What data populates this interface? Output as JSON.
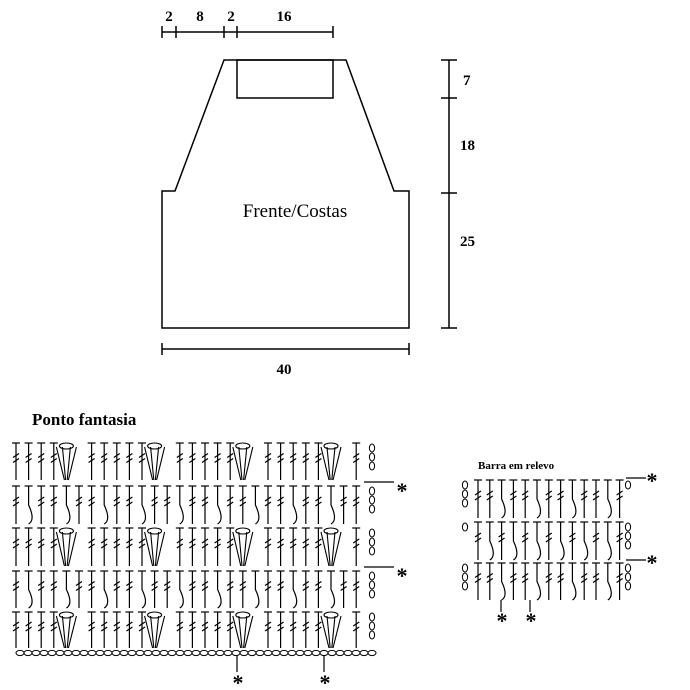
{
  "schematic": {
    "title": "Frente/Costas",
    "top_widths": [
      "2",
      "8",
      "2",
      "16"
    ],
    "right_heights": [
      "7",
      "18",
      "25"
    ],
    "bottom_width": "40"
  },
  "stitch_chart": {
    "title": "Ponto fantasia",
    "repeat_marker": "*"
  },
  "relief_chart": {
    "title": "Barra em relevo",
    "repeat_marker": "*"
  }
}
